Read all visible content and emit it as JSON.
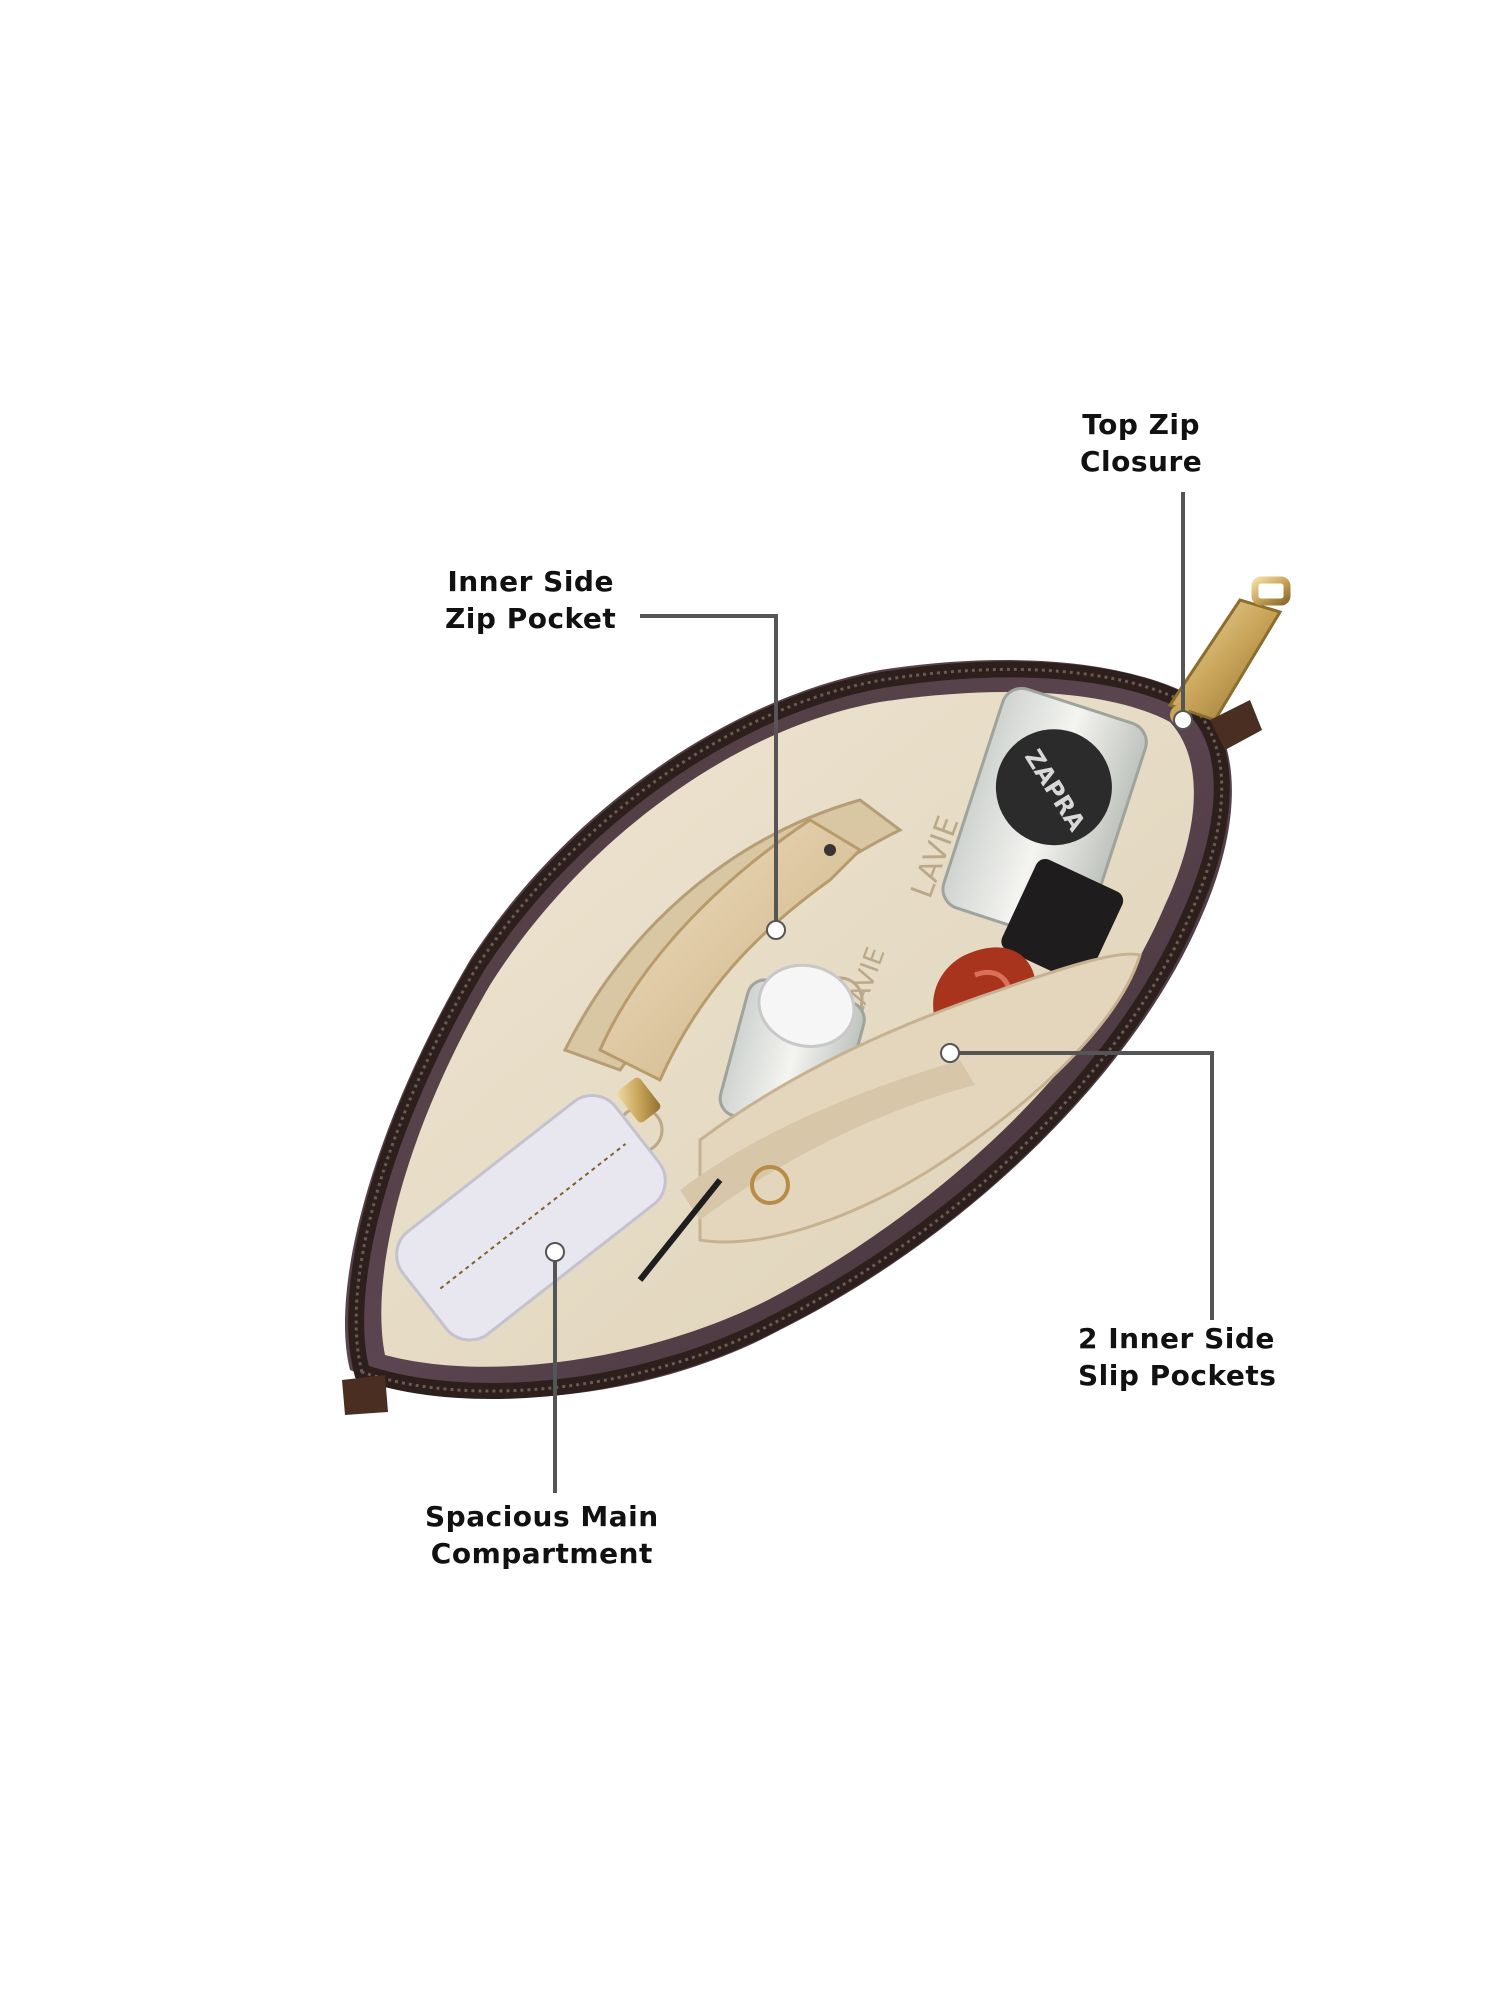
{
  "callouts": {
    "top_zip_closure": {
      "line1": "Top Zip",
      "line2": "Closure"
    },
    "inner_side_zip_pocket": {
      "line1": "Inner Side",
      "line2": "Zip Pocket"
    },
    "inner_side_slip_pockets": {
      "line1": "2 Inner Side",
      "line2": "Slip Pockets"
    },
    "main_compartment": {
      "line1": "Spacious Main",
      "line2": "Compartment"
    }
  },
  "product_branding": {
    "lining_text": "LAVIE",
    "bottle_brand": "ZAPRA"
  },
  "colors": {
    "background": "#ffffff",
    "leader_line": "#555555",
    "bag_trim": "#3a2a26",
    "lining": "#e8ddc8",
    "zip_gold": "#c9a55a",
    "pouch_white": "#e8e6ef",
    "lipstick_red": "#a8341e"
  }
}
